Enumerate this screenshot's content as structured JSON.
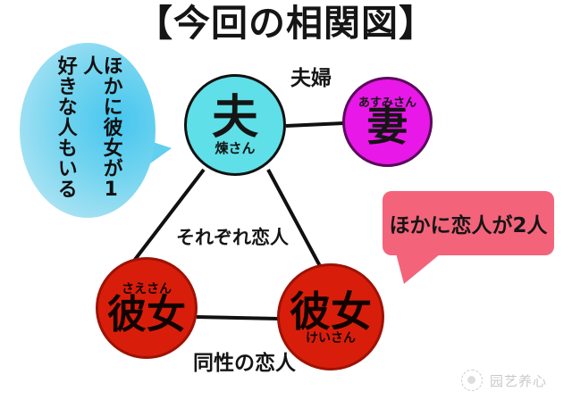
{
  "title": "【今回の相関図】",
  "nodes": {
    "husband": {
      "main": "夫",
      "sub": "煉さん",
      "color": "#5fdfe8"
    },
    "wife": {
      "main": "妻",
      "sub": "あすみさん",
      "color": "#e818e8"
    },
    "girlfriend_sae": {
      "main": "彼女",
      "sub": "さえさん",
      "color": "#d81e0a"
    },
    "girlfriend_kei": {
      "main": "彼女",
      "sub": "けいさん",
      "color": "#d81e0a"
    }
  },
  "edge_labels": {
    "couple": "夫婦",
    "each_lover": "それぞれ恋人",
    "same_sex_lover": "同性の恋人"
  },
  "bubbles": {
    "left": {
      "color": "#6fd3ef",
      "line1": "ほかに彼女が1人",
      "line2": "好きな人もいる"
    },
    "right": {
      "color": "#f3647b",
      "text": "ほかに恋人が2人"
    }
  },
  "watermark": {
    "text": "园艺养心"
  }
}
